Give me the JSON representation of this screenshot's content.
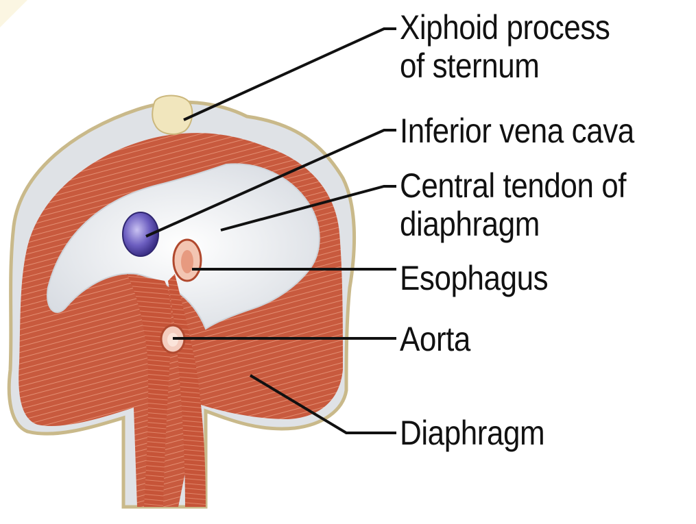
{
  "labels": {
    "xiphoid": [
      "Xiphoid process",
      "of sternum"
    ],
    "ivc": "Inferior vena cava",
    "central_tendon": [
      "Central tendon of",
      "diaphragm"
    ],
    "esophagus": "Esophagus",
    "aorta": "Aorta",
    "diaphragm": "Diaphragm"
  },
  "colors": {
    "muscle": "#c9563a",
    "muscle_light": "#e0876b",
    "tendon": "#e9ecef",
    "bone": "#efe3b4",
    "vein": "#6e5fc2",
    "leader": "#111111"
  }
}
